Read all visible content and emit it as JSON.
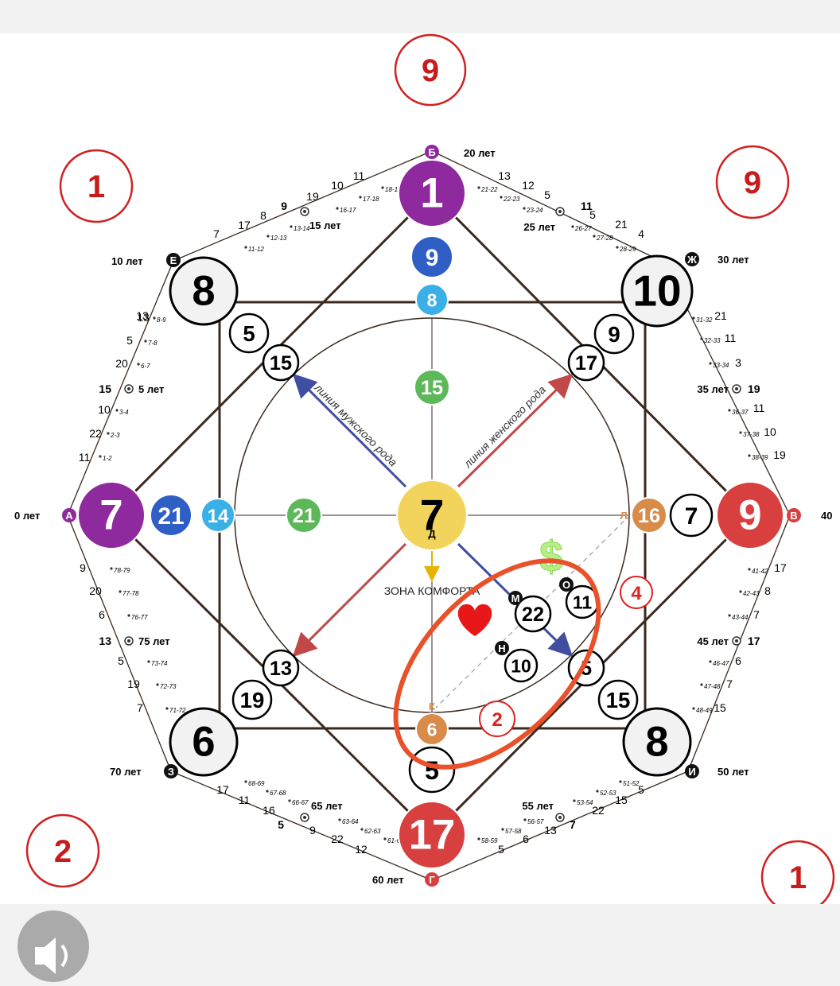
{
  "colors": {
    "purple": "#8e2a9e",
    "blue": "#2f5fc4",
    "lightblue": "#3ab0e6",
    "green": "#5db85a",
    "yellow": "#f2d45c",
    "red": "#d84040",
    "orange": "#d98b4a",
    "frame": "#3a2a20",
    "ovalStroke": "#e8512a",
    "markerRed": "#e02020"
  },
  "corner_badges": [
    {
      "value": "9",
      "pos": "top"
    },
    {
      "value": "1",
      "pos": "top-left"
    },
    {
      "value": "9",
      "pos": "top-right"
    },
    {
      "value": "2",
      "pos": "bottom-left"
    },
    {
      "value": "1",
      "pos": "bottom-right"
    }
  ],
  "main_nodes": [
    {
      "id": "top",
      "value": "1",
      "color": "purple"
    },
    {
      "id": "left",
      "value": "7",
      "color": "purple"
    },
    {
      "id": "right",
      "value": "9",
      "color": "red"
    },
    {
      "id": "bottom",
      "value": "17",
      "color": "red"
    },
    {
      "id": "topleft",
      "value": "8",
      "color": "white"
    },
    {
      "id": "topright",
      "value": "10",
      "color": "white"
    },
    {
      "id": "bottomleft",
      "value": "6",
      "color": "white"
    },
    {
      "id": "bottomright",
      "value": "8",
      "color": "white"
    },
    {
      "id": "center",
      "value": "7",
      "color": "yellow"
    }
  ],
  "chakra_nodes": [
    {
      "value": "9",
      "color": "blue"
    },
    {
      "value": "8",
      "color": "lightblue"
    },
    {
      "value": "15",
      "color": "green"
    },
    {
      "value": "21",
      "color": "blue"
    },
    {
      "value": "14",
      "color": "lightblue"
    },
    {
      "value": "21",
      "color": "green"
    },
    {
      "value": "16",
      "color": "orange"
    },
    {
      "value": "6",
      "color": "orange"
    }
  ],
  "small_nodes": [
    "5",
    "15",
    "9",
    "17",
    "7",
    "19",
    "13",
    "5",
    "15",
    "5",
    "22",
    "11",
    "10"
  ],
  "point_letters": {
    "a": "А",
    "b": "Б",
    "v": "В",
    "g": "Г",
    "d": "Д",
    "e": "Е",
    "zh": "Ж",
    "z": "З",
    "i": "И",
    "k": "К",
    "l": "Л",
    "m": "М",
    "n": "Н",
    "o": "О"
  },
  "age_labels": {
    "a": "0 лет",
    "b": "20 лет",
    "v": "40",
    "g": "60 лет",
    "e": "10 лет",
    "zh": "30 лет",
    "z": "70 лет",
    "i": "50 лет",
    "y5": "5 лет",
    "y15": "15 лет",
    "y25": "25 лет",
    "y35": "35 лет",
    "y45": "45 лет",
    "y55": "55 лет",
    "y65": "65 лет",
    "y75": "75 лет"
  },
  "age_values": {
    "y5": "15",
    "y15": "9",
    "y25": "11",
    "y35": "19",
    "y45": "17",
    "y55": "7",
    "y65": "5",
    "y75": "13"
  },
  "edges": {
    "left_top": {
      "nums": [
        "11",
        "22",
        "10",
        "13",
        "5",
        "20",
        "13"
      ],
      "ranges": [
        "1-2",
        "2-3",
        "3-4",
        "6-7",
        "7-8",
        "8-9"
      ]
    },
    "top_left": {
      "nums": [
        "7",
        "17",
        "8",
        "19",
        "10",
        "11"
      ],
      "ranges": [
        "11-12",
        "12-13",
        "13-14",
        "16-17",
        "17-18",
        "18-19"
      ]
    },
    "top_right": {
      "nums": [
        "13",
        "12",
        "5",
        "5",
        "21",
        "4"
      ],
      "ranges": [
        "21-22",
        "22-23",
        "23-24",
        "26-27",
        "27-28",
        "28-29"
      ]
    },
    "right_top": {
      "nums": [
        "21",
        "11",
        "3",
        "11",
        "10",
        "19"
      ],
      "ranges": [
        "31-32",
        "32-33",
        "33-34",
        "36-37",
        "37-38",
        "38-39"
      ]
    },
    "right_bottom": {
      "nums": [
        "17",
        "8",
        "7",
        "6",
        "7",
        "15"
      ],
      "ranges": [
        "41-42",
        "42-43",
        "43-44",
        "46-47",
        "47-48",
        "48-49"
      ]
    },
    "bottom_right": {
      "nums": [
        "5",
        "15",
        "22",
        "13",
        "6",
        "5"
      ],
      "ranges": [
        "51-52",
        "52-53",
        "53-54",
        "56-57",
        "57-58",
        "58-59"
      ]
    },
    "bottom_left": {
      "nums": [
        "12",
        "22",
        "9",
        "16",
        "11",
        "17"
      ],
      "ranges": [
        "61-62",
        "62-63",
        "63-64",
        "66-67",
        "67-68",
        "68-69"
      ]
    },
    "left_bottom": {
      "nums": [
        "7",
        "19",
        "5",
        "6",
        "20",
        "9"
      ],
      "ranges": [
        "71-72",
        "72-73",
        "73-74",
        "76-77",
        "77-78",
        "78-79"
      ]
    }
  },
  "labels": {
    "male_line": "линия мужского рода",
    "female_line": "линия женского рода",
    "comfort_zone": "ЗОНА КОМФОРТА"
  },
  "icons": {
    "heart": "heart-icon",
    "dollar": "$",
    "sound": "speaker-icon"
  },
  "markers": {
    "m2": "2",
    "m4": "4"
  }
}
